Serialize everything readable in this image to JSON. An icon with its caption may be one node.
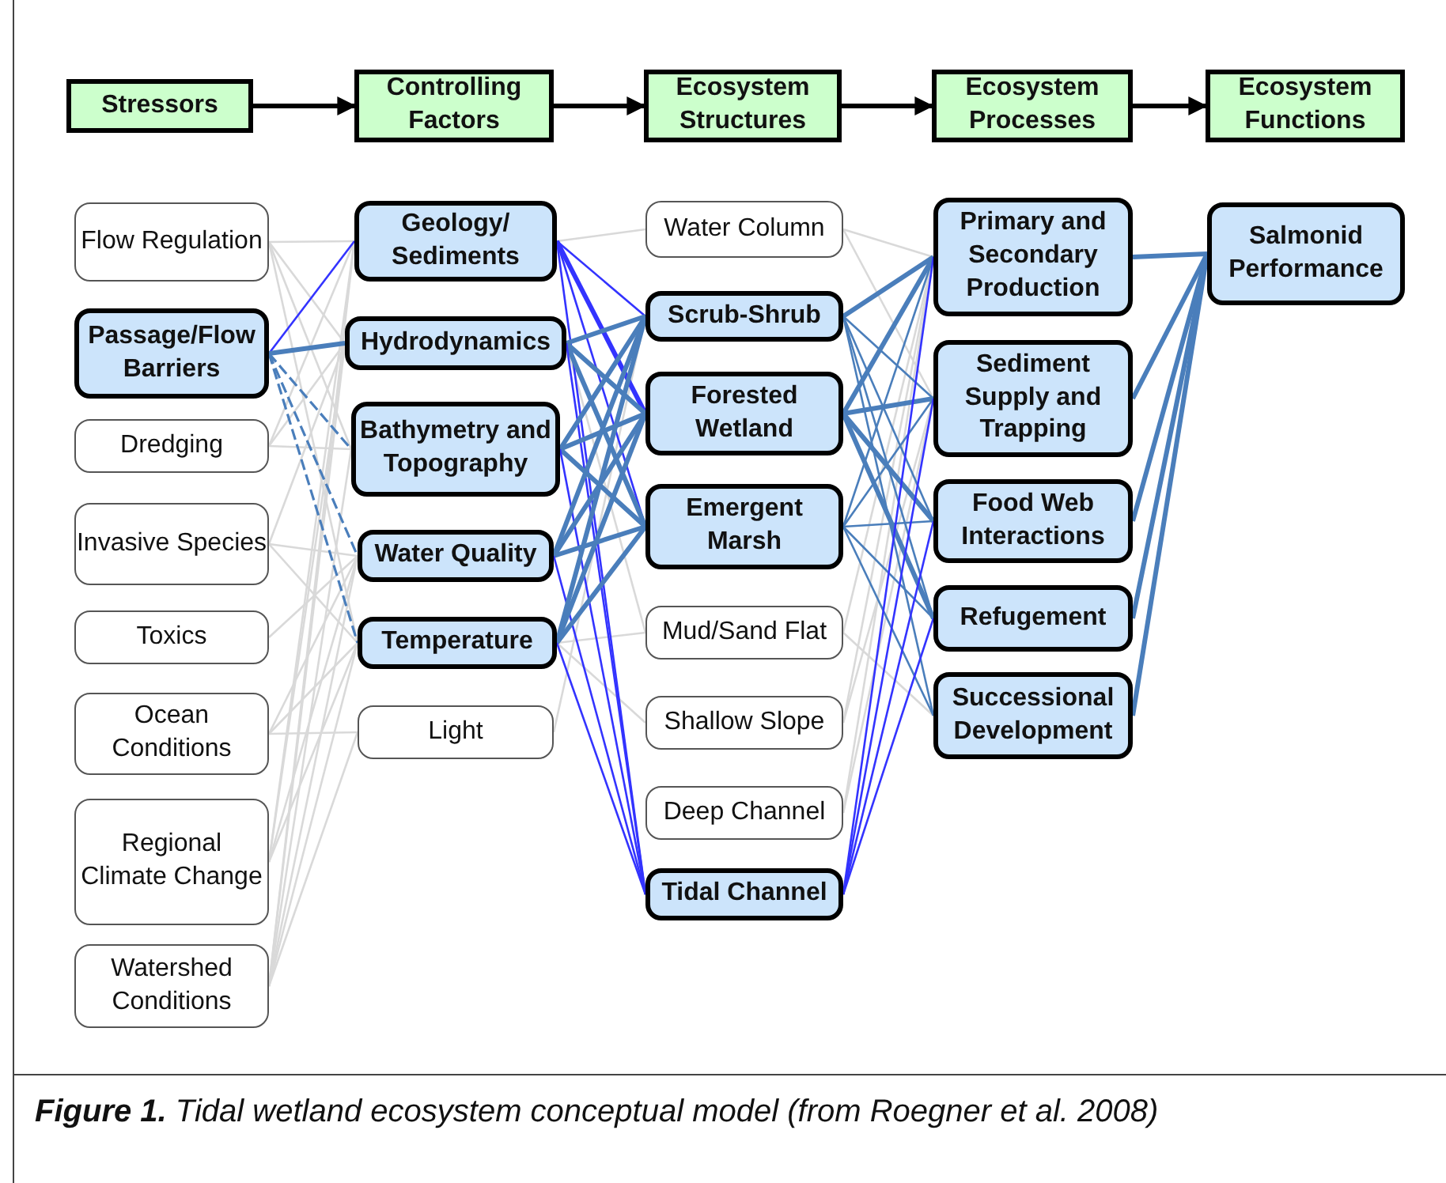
{
  "diagram": {
    "caption": "**Figure 1.** Tidal wetland ecosystem conceptual model (from Roegner et al. 2008)",
    "nodes": [
      {
        "text": [
          "Stressors"
        ]
      },
      {
        "text": [
          "Controlling Factors"
        ]
      },
      {
        "text": [
          "Ecosystem Structures"
        ]
      },
      {
        "text": [
          "Ecosystem Processes"
        ]
      },
      {
        "text": [
          "Ecosystem Functions"
        ]
      },
      {
        "text": [
          "Flow Regulation"
        ]
      },
      {
        "text": [
          "Passage/Flow Barriers"
        ]
      },
      {
        "text": [
          "Dredging"
        ]
      },
      {
        "text": [
          "Invasive Species"
        ]
      },
      {
        "text": [
          "Toxics"
        ]
      },
      {
        "text": [
          "Ocean Conditions"
        ]
      },
      {
        "text": [
          "Regional Climate Change"
        ]
      },
      {
        "text": [
          "Watershed Conditions"
        ]
      },
      {
        "text": [
          "Geology/ Sediments"
        ]
      },
      {
        "text": [
          "Hydrodynamics"
        ]
      },
      {
        "text": [
          "Bathymetry and Topography"
        ]
      },
      {
        "text": [
          "Water Quality"
        ]
      },
      {
        "text": [
          "Temperature"
        ]
      },
      {
        "text": [
          "Light"
        ]
      },
      {
        "text": [
          "Water Column"
        ]
      },
      {
        "text": [
          "Scrub-Shrub"
        ]
      },
      {
        "text": [
          "Forested Wetland"
        ]
      },
      {
        "text": [
          "Emergent Marsh"
        ]
      },
      {
        "text": [
          "Mud/Sand Flat"
        ]
      },
      {
        "text": [
          "Shallow Slope"
        ]
      },
      {
        "text": [
          "Deep Channel"
        ]
      },
      {
        "text": [
          "Tidal Channel"
        ]
      },
      {
        "text": [
          "Primary and Secondary Production"
        ]
      },
      {
        "text": [
          "Sediment Supply and Trapping"
        ]
      },
      {
        "text": [
          "Food Web Interactions"
        ]
      },
      {
        "text": [
          "Refugement"
        ]
      },
      {
        "text": [
          "Successional Development"
        ]
      },
      {
        "text": [
          "Salmonid Performance"
        ]
      }
    ],
    "edges": [
      {
        "from": 0,
        "to": 1,
        "arrow": "to",
        "color": "#000000",
        "style": "thick"
      },
      {
        "from": 1,
        "to": 2,
        "arrow": "to",
        "color": "#000000",
        "style": "thick"
      },
      {
        "from": 2,
        "to": 3,
        "arrow": "to",
        "color": "#000000",
        "style": "thick"
      },
      {
        "from": 3,
        "to": 4,
        "arrow": "to",
        "color": "#000000",
        "style": "thick"
      },
      {
        "from": 6,
        "to": 13,
        "arrow": "none",
        "color": "#3333ff"
      },
      {
        "from": 6,
        "to": 14,
        "arrow": "none",
        "color": "#4a7ebb",
        "style": "thick"
      },
      {
        "from": 6,
        "to": 15,
        "arrow": "none",
        "color": "#4a7ebb",
        "style": "dashed"
      },
      {
        "from": 6,
        "to": 16,
        "arrow": "none",
        "color": "#4a7ebb",
        "style": "dashed"
      },
      {
        "from": 6,
        "to": 17,
        "arrow": "none",
        "color": "#4a7ebb",
        "style": "dashed"
      },
      {
        "from": 5,
        "to": 13,
        "arrow": "none"
      },
      {
        "from": 5,
        "to": 14,
        "arrow": "none"
      },
      {
        "from": 5,
        "to": 15,
        "arrow": "none"
      },
      {
        "from": 5,
        "to": 17,
        "arrow": "none"
      },
      {
        "from": 7,
        "to": 13,
        "arrow": "none"
      },
      {
        "from": 7,
        "to": 14,
        "arrow": "none"
      },
      {
        "from": 7,
        "to": 15,
        "arrow": "none"
      },
      {
        "from": 8,
        "to": 14,
        "arrow": "none"
      },
      {
        "from": 8,
        "to": 16,
        "arrow": "none"
      },
      {
        "from": 8,
        "to": 17,
        "arrow": "none"
      },
      {
        "from": 9,
        "to": 16,
        "arrow": "none"
      },
      {
        "from": 10,
        "to": 16,
        "arrow": "none"
      },
      {
        "from": 10,
        "to": 17,
        "arrow": "none"
      },
      {
        "from": 10,
        "to": 18,
        "arrow": "none"
      },
      {
        "from": 11,
        "to": 13,
        "arrow": "none"
      },
      {
        "from": 11,
        "to": 14,
        "arrow": "none"
      },
      {
        "from": 11,
        "to": 16,
        "arrow": "none"
      },
      {
        "from": 11,
        "to": 17,
        "arrow": "none"
      },
      {
        "from": 12,
        "to": 13,
        "arrow": "none"
      },
      {
        "from": 12,
        "to": 14,
        "arrow": "none"
      },
      {
        "from": 12,
        "to": 15,
        "arrow": "none"
      },
      {
        "from": 12,
        "to": 16,
        "arrow": "none"
      },
      {
        "from": 12,
        "to": 17,
        "arrow": "none"
      },
      {
        "from": 12,
        "to": 18,
        "arrow": "none"
      },
      {
        "from": 13,
        "to": 19,
        "arrow": "none"
      },
      {
        "from": 13,
        "to": 20,
        "arrow": "none",
        "color": "#3333ff"
      },
      {
        "from": 13,
        "to": 21,
        "arrow": "none",
        "color": "#3333ff",
        "style": "thick"
      },
      {
        "from": 13,
        "to": 22,
        "arrow": "none",
        "color": "#3333ff"
      },
      {
        "from": 13,
        "to": 26,
        "arrow": "none",
        "color": "#3333ff"
      },
      {
        "from": 14,
        "to": 20,
        "arrow": "none",
        "color": "#4a7ebb",
        "style": "thick"
      },
      {
        "from": 14,
        "to": 21,
        "arrow": "none",
        "color": "#4a7ebb",
        "style": "thick"
      },
      {
        "from": 14,
        "to": 22,
        "arrow": "none",
        "color": "#4a7ebb",
        "style": "thick"
      },
      {
        "from": 14,
        "to": 23,
        "arrow": "none"
      },
      {
        "from": 14,
        "to": 26,
        "arrow": "none",
        "color": "#3333ff"
      },
      {
        "from": 15,
        "to": 20,
        "arrow": "none",
        "color": "#4a7ebb",
        "style": "thick"
      },
      {
        "from": 15,
        "to": 21,
        "arrow": "none",
        "color": "#4a7ebb",
        "style": "thick"
      },
      {
        "from": 15,
        "to": 22,
        "arrow": "none",
        "color": "#4a7ebb",
        "style": "thick"
      },
      {
        "from": 15,
        "to": 26,
        "arrow": "none",
        "color": "#3333ff"
      },
      {
        "from": 16,
        "to": 20,
        "arrow": "none",
        "color": "#4a7ebb",
        "style": "thick"
      },
      {
        "from": 16,
        "to": 21,
        "arrow": "none",
        "color": "#4a7ebb",
        "style": "thick"
      },
      {
        "from": 16,
        "to": 22,
        "arrow": "none",
        "color": "#4a7ebb",
        "style": "thick"
      },
      {
        "from": 16,
        "to": 26,
        "arrow": "none",
        "color": "#3333ff"
      },
      {
        "from": 17,
        "to": 20,
        "arrow": "none",
        "color": "#4a7ebb",
        "style": "thick"
      },
      {
        "from": 17,
        "to": 21,
        "arrow": "none",
        "color": "#4a7ebb",
        "style": "thick"
      },
      {
        "from": 17,
        "to": 22,
        "arrow": "none",
        "color": "#4a7ebb",
        "style": "thick"
      },
      {
        "from": 17,
        "to": 23,
        "arrow": "none"
      },
      {
        "from": 17,
        "to": 24,
        "arrow": "none"
      },
      {
        "from": 17,
        "to": 26,
        "arrow": "none",
        "color": "#3333ff"
      },
      {
        "from": 18,
        "to": 20,
        "arrow": "none"
      },
      {
        "from": 19,
        "to": 27,
        "arrow": "none"
      },
      {
        "from": 19,
        "to": 28,
        "arrow": "none"
      },
      {
        "from": 20,
        "to": 27,
        "arrow": "none",
        "color": "#4a7ebb",
        "style": "thick"
      },
      {
        "from": 20,
        "to": 28,
        "arrow": "none",
        "color": "#4a7ebb"
      },
      {
        "from": 20,
        "to": 29,
        "arrow": "none",
        "color": "#4a7ebb"
      },
      {
        "from": 20,
        "to": 30,
        "arrow": "none",
        "color": "#4a7ebb"
      },
      {
        "from": 20,
        "to": 31,
        "arrow": "none",
        "color": "#4a7ebb"
      },
      {
        "from": 21,
        "to": 27,
        "arrow": "none",
        "color": "#4a7ebb",
        "style": "thick"
      },
      {
        "from": 21,
        "to": 28,
        "arrow": "none",
        "color": "#4a7ebb",
        "style": "thick"
      },
      {
        "from": 21,
        "to": 29,
        "arrow": "none",
        "color": "#4a7ebb",
        "style": "thick"
      },
      {
        "from": 21,
        "to": 30,
        "arrow": "none",
        "color": "#4a7ebb",
        "style": "thick"
      },
      {
        "from": 22,
        "to": 27,
        "arrow": "none",
        "color": "#4a7ebb"
      },
      {
        "from": 22,
        "to": 28,
        "arrow": "none",
        "color": "#4a7ebb"
      },
      {
        "from": 22,
        "to": 29,
        "arrow": "none",
        "color": "#4a7ebb"
      },
      {
        "from": 22,
        "to": 30,
        "arrow": "none",
        "color": "#4a7ebb"
      },
      {
        "from": 22,
        "to": 31,
        "arrow": "none",
        "color": "#4a7ebb"
      },
      {
        "from": 23,
        "to": 27,
        "arrow": "none"
      },
      {
        "from": 23,
        "to": 31,
        "arrow": "none"
      },
      {
        "from": 24,
        "to": 27,
        "arrow": "none"
      },
      {
        "from": 24,
        "to": 28,
        "arrow": "none"
      },
      {
        "from": 25,
        "to": 27,
        "arrow": "none"
      },
      {
        "from": 25,
        "to": 28,
        "arrow": "none"
      },
      {
        "from": 26,
        "to": 27,
        "arrow": "none",
        "color": "#3333ff"
      },
      {
        "from": 26,
        "to": 28,
        "arrow": "none",
        "color": "#3333ff"
      },
      {
        "from": 26,
        "to": 29,
        "arrow": "none",
        "color": "#3333ff"
      },
      {
        "from": 26,
        "to": 30,
        "arrow": "none",
        "color": "#3333ff"
      },
      {
        "from": 27,
        "to": 32,
        "arrow": "none",
        "color": "#4a7ebb",
        "style": "thick"
      },
      {
        "from": 28,
        "to": 32,
        "arrow": "none",
        "color": "#4a7ebb",
        "style": "thick"
      },
      {
        "from": 29,
        "to": 32,
        "arrow": "none",
        "color": "#4a7ebb",
        "style": "thick"
      },
      {
        "from": 30,
        "to": 32,
        "arrow": "none",
        "color": "#4a7ebb",
        "style": "thick"
      },
      {
        "from": 31,
        "to": 32,
        "arrow": "none",
        "color": "#4a7ebb",
        "style": "thick"
      }
    ]
  }
}
